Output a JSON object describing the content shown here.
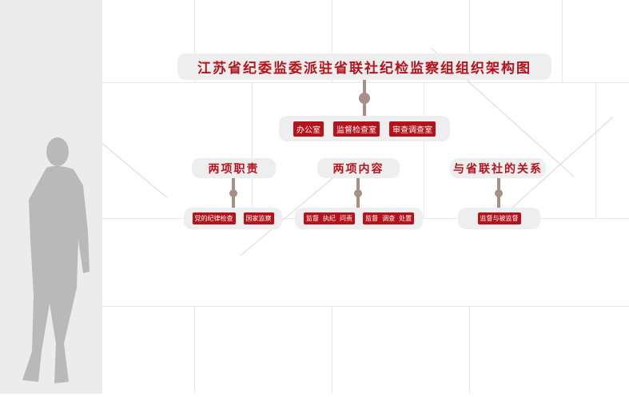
{
  "title": "江苏省纪委监委派驻省联社纪检监察组组织架构图",
  "offices": [
    "办公室",
    "监督检查室",
    "审查调查室"
  ],
  "sections": [
    {
      "label": "两项职责",
      "items": [
        "党的纪律检查",
        "国家监察"
      ]
    },
    {
      "label": "两项内容",
      "items": [
        "监督  执纪  问责",
        "监督  调查  处置"
      ]
    },
    {
      "label": "与省联社的关系",
      "items": [
        "监督与被监督"
      ]
    }
  ],
  "colors": {
    "accent": "#b5121b",
    "connector": "#a89088"
  }
}
